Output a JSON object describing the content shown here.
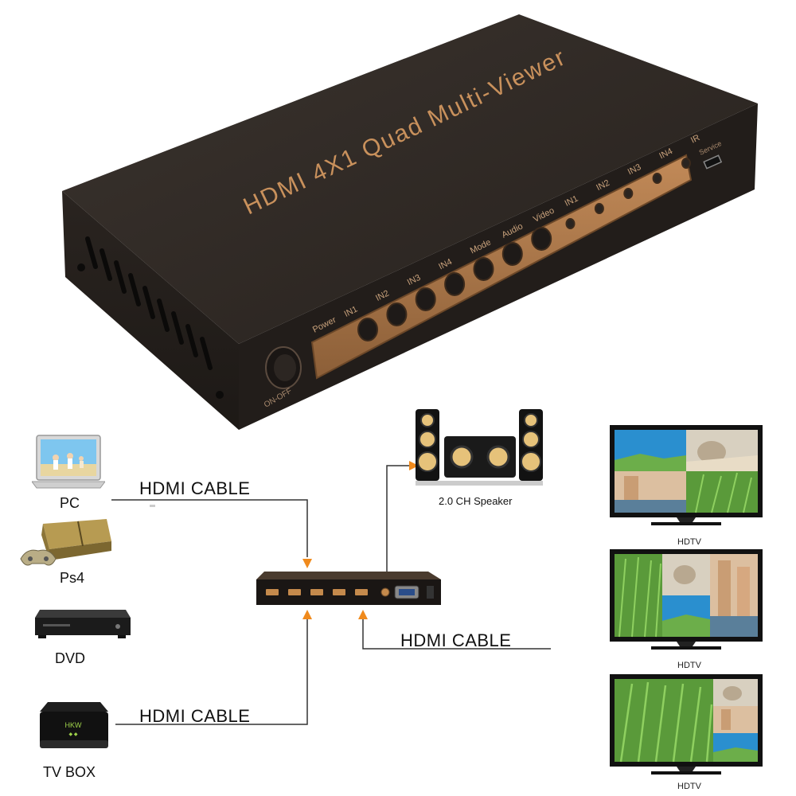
{
  "device": {
    "title": "HDMI 4X1 Quad Multi-Viewer",
    "panel_labels": [
      "Power",
      "IN1",
      "IN2",
      "IN3",
      "IN4",
      "Mode",
      "Audio",
      "Video",
      "IN1",
      "IN2",
      "IN3",
      "IN4",
      "IR"
    ],
    "switch_label": "ON-OFF",
    "port_label": "Service",
    "colors": {
      "body": "#2f2925",
      "panel": "#b07a4c",
      "text": "#c9915c"
    }
  },
  "diagram": {
    "sources": [
      {
        "name": "PC",
        "icon": "laptop-icon"
      },
      {
        "name": "Ps4",
        "icon": "game-console-icon"
      },
      {
        "name": "DVD",
        "icon": "dvd-player-icon"
      },
      {
        "name": "TV  BOX",
        "icon": "tv-box-icon"
      }
    ],
    "cable_labels": [
      "HDMI CABLE",
      "HDMI CABLE",
      "HDMI CABLE"
    ],
    "speaker_label": "2.0 CH Speaker",
    "tv_labels": [
      "HDTV",
      "HDTV",
      "HDTV"
    ],
    "tv_box_logo": "HKW",
    "arrow_color": "#f08a1c",
    "line_color": "#333333"
  }
}
